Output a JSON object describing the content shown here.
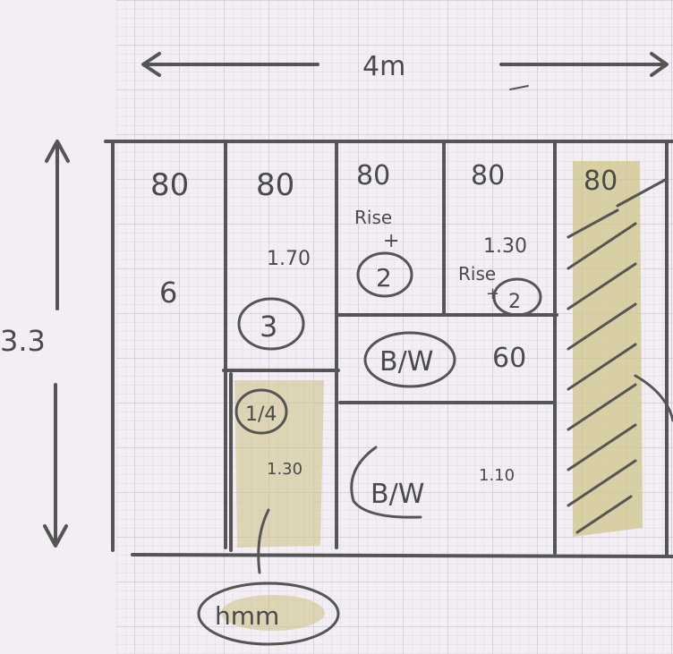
{
  "dimensions": {
    "width": "4m",
    "height": "3.3"
  },
  "column_widths": [
    "80",
    "80",
    "80",
    "80",
    "80"
  ],
  "labels": {
    "col1_depth": "6",
    "col2_depth": "1.70",
    "col3_note": "Rise",
    "col3_plus": "+",
    "col3_num": "2",
    "col4_depth": "1.30",
    "col4_note": "Rise",
    "col4_plus": "+",
    "col4_num": "2",
    "col2_num": "3",
    "bw_upper": "B/W",
    "bw_upper_value": "60",
    "bw_lower": "B/W",
    "bw_lower_value": "1.10",
    "small_num": "1/4",
    "small_value": "1.30",
    "bottom_label": "hmm"
  },
  "colors": {
    "paper": "#f3eef4",
    "grid": "#c9c4d6",
    "ink": "#555555",
    "highlight": "#cfc58a"
  }
}
